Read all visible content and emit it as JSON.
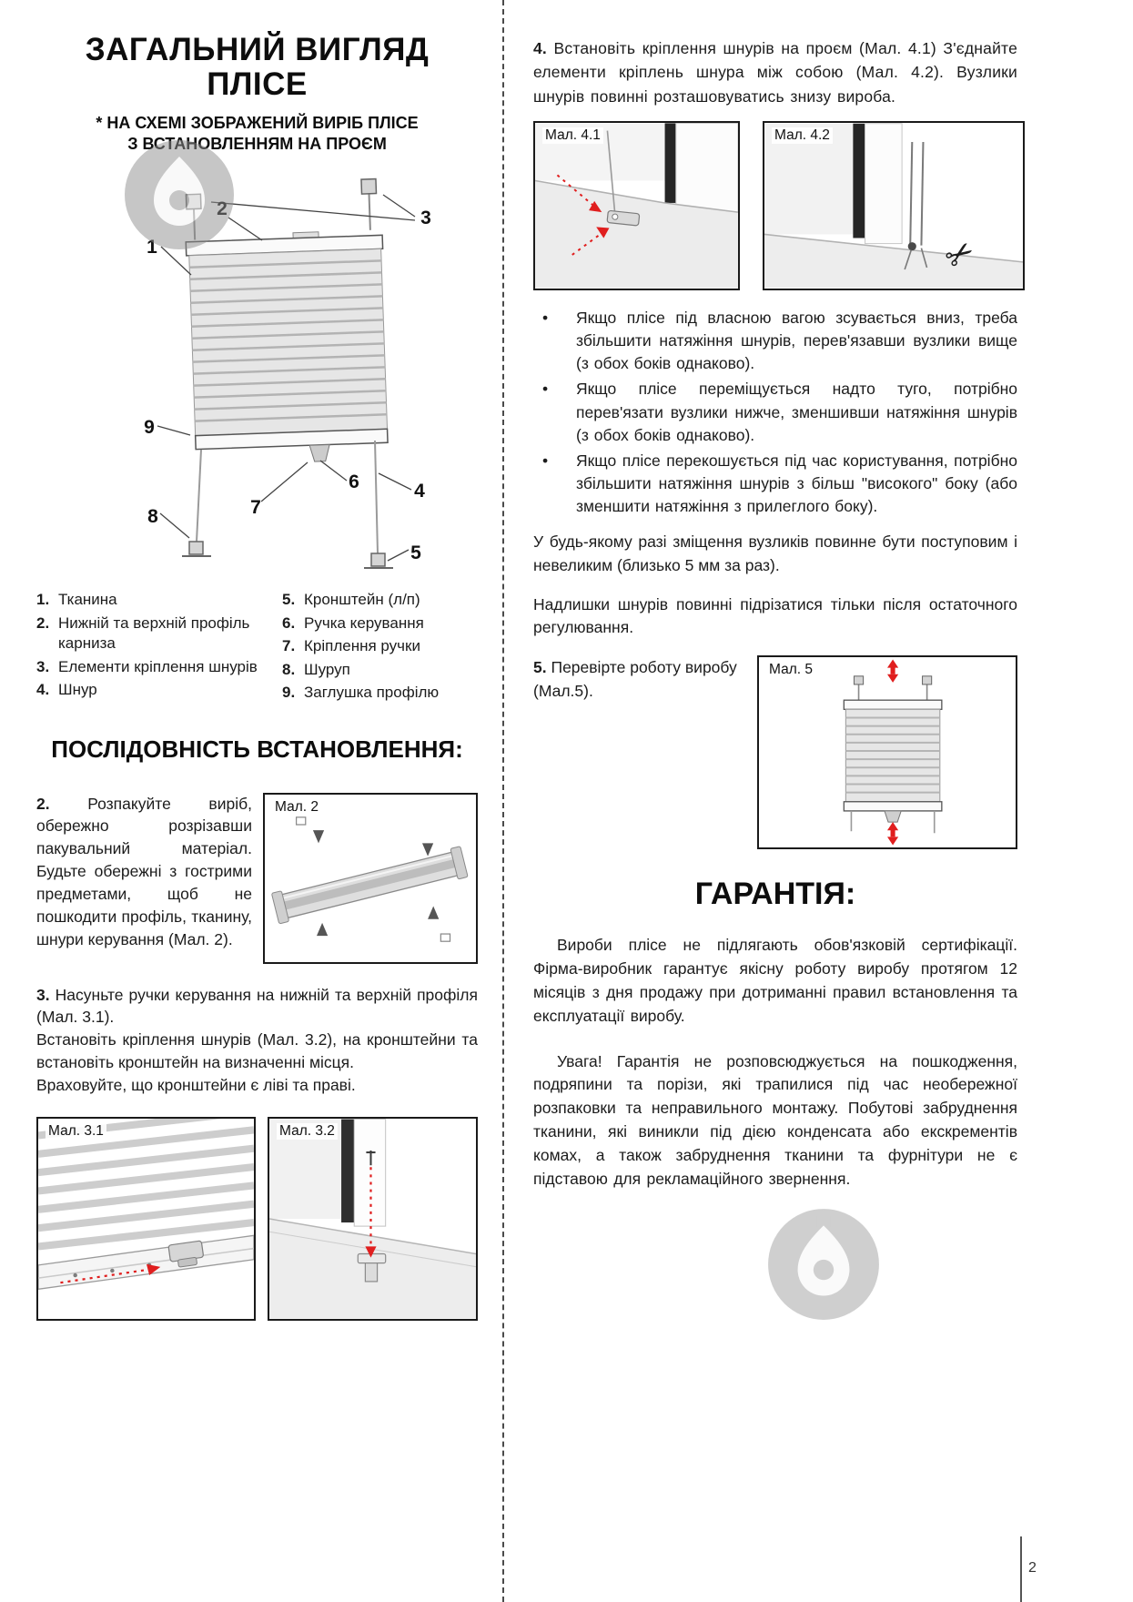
{
  "colors": {
    "arrow-red": "#e01e1e"
  },
  "page": {
    "number": "2"
  },
  "left": {
    "title_l1": "ЗАГАЛЬНИЙ ВИГЛЯД",
    "title_l2": "ПЛІСЕ",
    "subtitle_l1": "* НА СХЕМІ ЗОБРАЖЕНИЙ ВИРІБ ПЛІСЕ",
    "subtitle_l2": "З ВСТАНОВЛЕННЯМ НА ПРОЄМ",
    "callouts": [
      "1",
      "2",
      "3",
      "4",
      "5",
      "6",
      "7",
      "8",
      "9"
    ],
    "parts_col1": [
      {
        "num": "1.",
        "label": "Тканина"
      },
      {
        "num": "2.",
        "label": "Нижній та верхній профіль карниза"
      },
      {
        "num": "3.",
        "label": "Елементи кріплення шнурів"
      },
      {
        "num": "4.",
        "label": "Шнур"
      }
    ],
    "parts_col2": [
      {
        "num": "5.",
        "label": "Кронштейн (л/п)"
      },
      {
        "num": "6.",
        "label": "Ручка керування"
      },
      {
        "num": "7.",
        "label": "Кріплення ручки"
      },
      {
        "num": "8.",
        "label": "Шуруп"
      },
      {
        "num": "9.",
        "label": "Заглушка профілю"
      }
    ],
    "section_title": "ПОСЛІДОВНІСТЬ ВСТАНОВЛЕННЯ:",
    "step2": {
      "num": "2.",
      "text": "Розпакуйте виріб, обережно розрізавши пакувальний матеріал. Будьте обережні з гострими предметами, щоб не пошкодити профіль, тканину, шнури керування (Мал. 2)."
    },
    "fig2_label": "Мал. 2",
    "step3": {
      "num": "3.",
      "line1": "Насуньте ручки керування на нижній та верхній профіля (Мал. 3.1).",
      "line2": "Встановіть кріплення шнурів (Мал. 3.2), на кронштейни та встановіть кронштейн на визначенні місця.",
      "line3": "Враховуйте, що кронштейни є ліві та праві."
    },
    "fig31_label": "Мал. 3.1",
    "fig32_label": "Мал. 3.2"
  },
  "right": {
    "step4": {
      "num": "4.",
      "text": "Встановіть кріплення шнурів на проєм (Мал. 4.1) З'єднайте елементи кріплень шнура між собою (Мал. 4.2). Вузлики шнурів повинні розташовуватись знизу вироба."
    },
    "fig41_label": "Мал. 4.1",
    "fig42_label": "Мал. 4.2",
    "fig42_scissors": "✂",
    "bullets": [
      "Якщо плісе під власною вагою зсувається вниз, треба збільшити натяжіння шнурів, перев'язавши вузлики вище (з обох боків однаково).",
      "Якщо плісе переміщується надто туго, потрібно перев'язати вузлики нижче, зменшивши натяжіння шнурів (з обох боків однаково).",
      "Якщо плісе перекошується під час користування, потрібно збільшити натяжіння шнурів з більш \"високого\" боку (або зменшити натяжіння з прилеглого боку)."
    ],
    "adjust_p1": "У будь-якому разі зміщення вузликів повинне бути поступовим і невеликим (близько 5 мм за раз).",
    "adjust_p2": "Надлишки шнурів повинні підрізатися тільки після остаточного регулювання.",
    "step5": {
      "num": "5.",
      "text": "Перевірте роботу виробу (Мал.5)."
    },
    "fig5_label": "Мал. 5",
    "warranty_title": "ГАРАНТІЯ:",
    "warranty_p1": "Вироби плісе не підлягають обов'язковій сертифікації. Фірма-виробник гарантує якісну роботу виробу протягом 12 місяців з дня продажу при дотриманні правил встановлення та експлуатації виробу.",
    "warranty_p2": "Увага! Гарантія не розповсюджується на пошкодження, подряпини та порізи, які трапилися під час необережної розпаковки та неправильного монтажу. Побутові забруднення тканини, які виникли під дією конденсата або екскрементів комах, а також забруднення тканини та фурнітури не є підставою для рекламаційного звернення."
  }
}
